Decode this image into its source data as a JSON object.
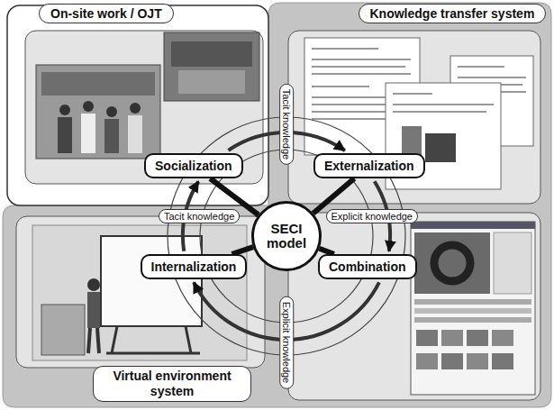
{
  "diagram": {
    "nodes": [
      {
        "text": [
          "On-site work / OJT"
        ]
      },
      {
        "text": [
          "Knowledge transfer system"
        ]
      },
      {
        "text": [
          "Virtual environment system"
        ]
      },
      {
        "text": [
          "SECI model"
        ]
      },
      {
        "text": [
          "Socialization"
        ]
      },
      {
        "text": [
          "Externalization"
        ]
      },
      {
        "text": [
          "Internalization"
        ]
      },
      {
        "text": [
          "Combination"
        ]
      }
    ],
    "edges": [
      {
        "from": 4,
        "to": 5,
        "arrow": "to"
      },
      {
        "from": 5,
        "to": 7,
        "arrow": "to"
      },
      {
        "from": 7,
        "to": 6,
        "arrow": "to"
      },
      {
        "from": 6,
        "to": 4,
        "arrow": "to"
      },
      {
        "from": 3,
        "to": 4,
        "arrow": "none"
      },
      {
        "from": 3,
        "to": 5,
        "arrow": "none"
      },
      {
        "from": 3,
        "to": 6,
        "arrow": "none"
      },
      {
        "from": 3,
        "to": 7,
        "arrow": "none"
      }
    ],
    "labels": [
      "Tacit knowledge",
      "Tacit knowledge",
      "Explicit knowledge",
      "Explicit knowledge"
    ]
  }
}
